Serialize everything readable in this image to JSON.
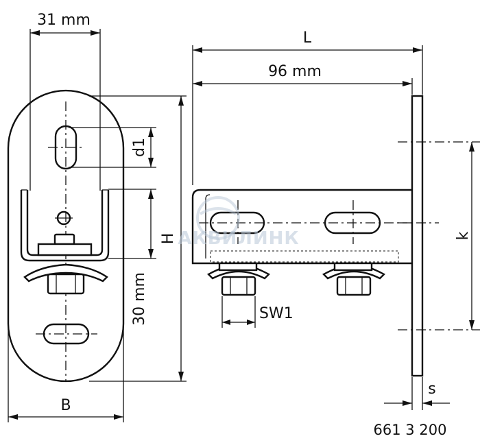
{
  "labels": {
    "dim_31": "31 mm",
    "dim_L": "L",
    "dim_96": "96 mm",
    "dim_d1": "d1",
    "dim_H": "H",
    "dim_30": "30 mm",
    "dim_k": "k",
    "dim_SW1": "SW1",
    "dim_B": "B",
    "dim_s": "s",
    "article_number": "661 3 200"
  },
  "watermark": {
    "text": "АКВИЛИНК"
  }
}
